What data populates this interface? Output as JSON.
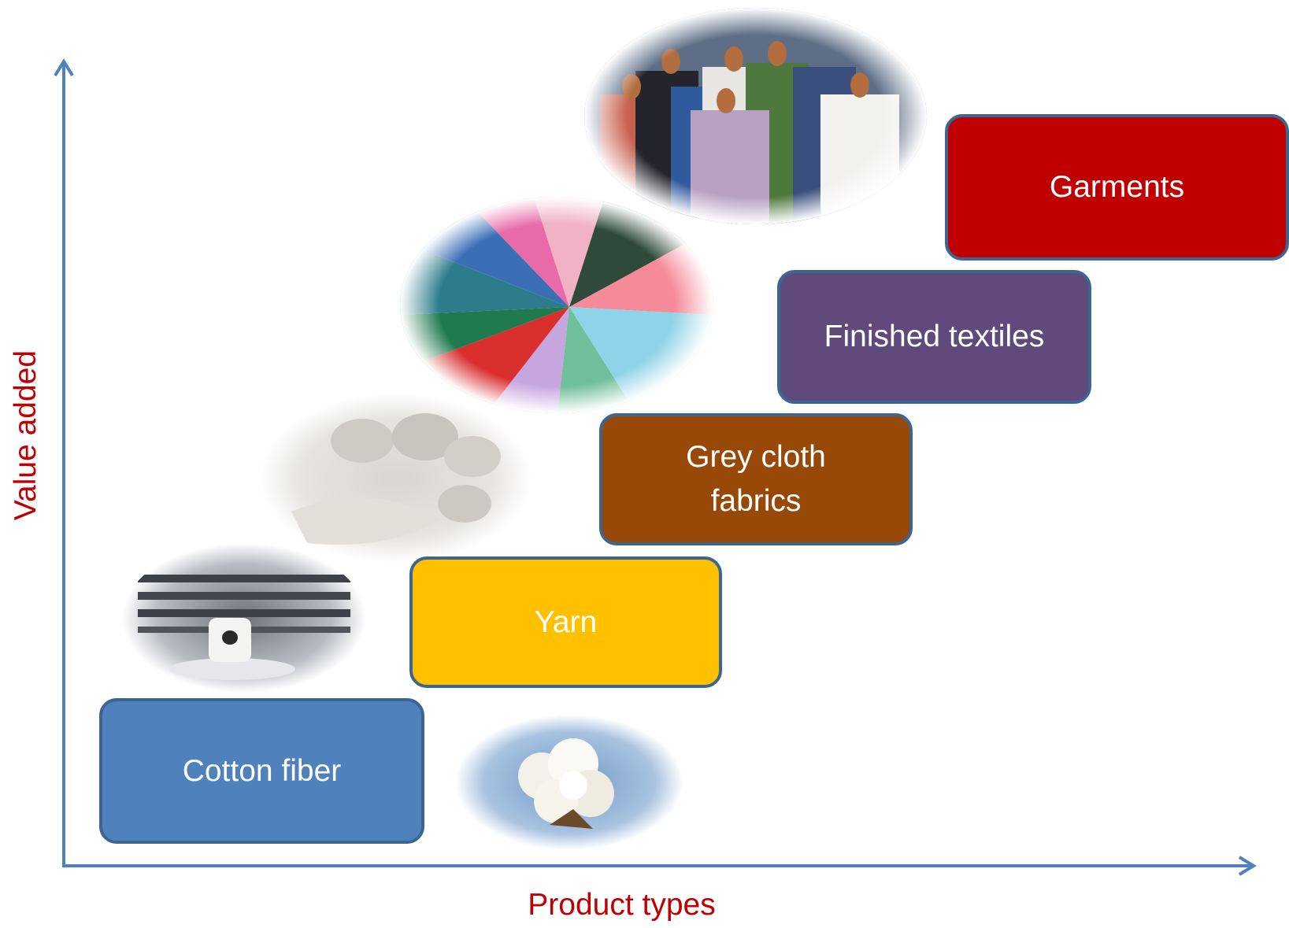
{
  "axes": {
    "x_label": "Product types",
    "y_label": "Value added",
    "color": "#4f81bd",
    "label_color": "#c00000"
  },
  "steps": [
    {
      "label": "Cotton fiber",
      "color": "#4f81bd",
      "picture": "cotton-boll-photo"
    },
    {
      "label": "Yarn",
      "color": "#ffc000",
      "picture": "yarn-spinning-machine-photo"
    },
    {
      "label": "Grey cloth fabrics",
      "color": "#984807",
      "picture": "grey-cloth-rolls-photo"
    },
    {
      "label": "Finished textiles",
      "color": "#604a7b",
      "picture": "printed-fabric-fan-photo"
    },
    {
      "label": "Garments",
      "color": "#c00000",
      "picture": "shirts-on-mannequins-photo"
    }
  ]
}
